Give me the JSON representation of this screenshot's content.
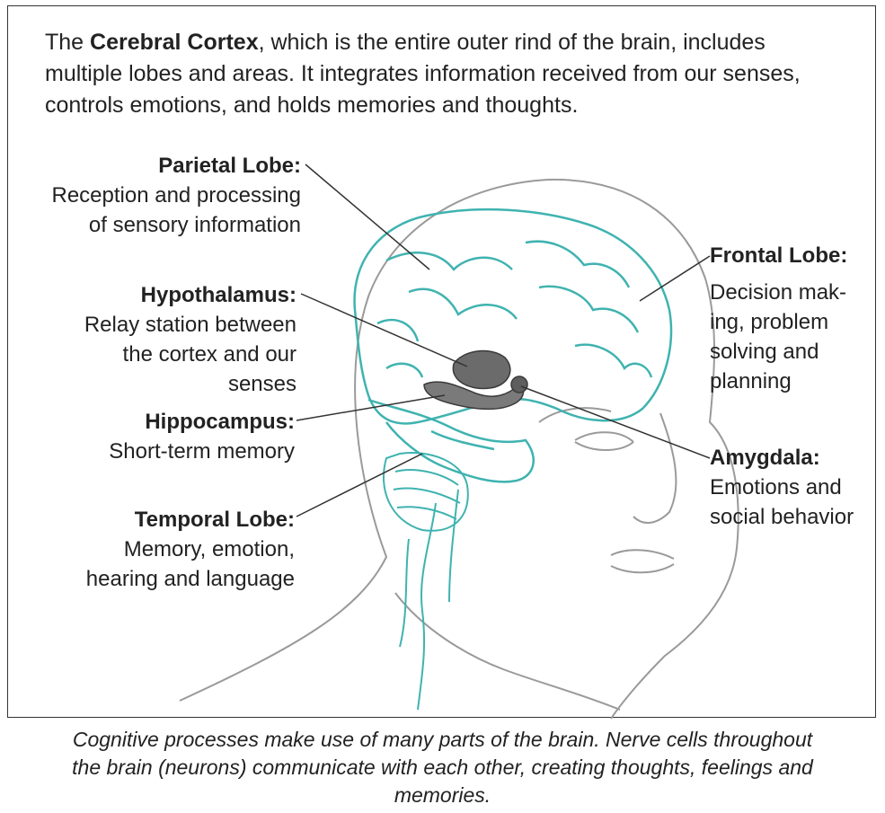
{
  "intro": {
    "lead": "The ",
    "bold": "Cerebral Cortex",
    "rest": ", which is the entire outer rind of the brain, includes multiple lobes and areas. It integrates information received from our senses, controls emotions, and holds memories and thoughts."
  },
  "labels": [
    {
      "key": "parietal",
      "title": "Parietal Lobe:",
      "desc": "Reception and processing\nof sensory information"
    },
    {
      "key": "hypothalamus",
      "title": "Hypothalamus:",
      "desc": "Relay station between\nthe cortex and our\nsenses"
    },
    {
      "key": "hippocampus",
      "title": "Hippocampus:",
      "desc": "Short-term memory"
    },
    {
      "key": "temporal",
      "title": "Temporal Lobe:",
      "desc": "Memory, emotion,\nhearing and language"
    },
    {
      "key": "frontal",
      "title": "Frontal Lobe:",
      "desc": "Decision mak-\ning, problem\nsolving and\nplanning"
    },
    {
      "key": "amygdala",
      "title": "Amygdala:",
      "desc": "Emotions and\nsocial behavior"
    }
  ],
  "caption": "Cognitive processes make use of many parts of the brain. Nerve cells throughout the brain (neurons) communicate with each other, creating thoughts, feelings and memories.",
  "colors": {
    "brain_outline": "#3fb3b0",
    "head_outline": "#9a9a9a",
    "limbic_fill": "#6b6b6b",
    "leader_line": "#333333"
  }
}
